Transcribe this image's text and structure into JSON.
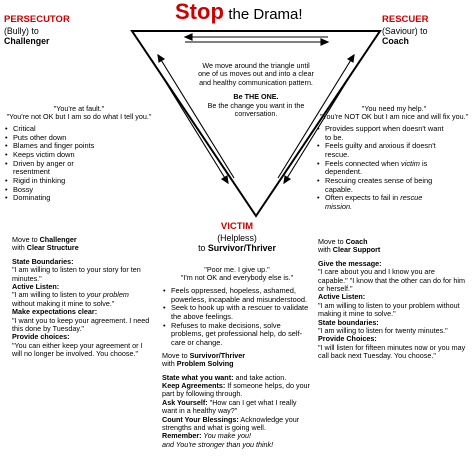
{
  "title": {
    "stop": "Stop",
    "rest": "the Drama!"
  },
  "persecutor": {
    "label": "PERSECUTOR",
    "sub": "(Bully) to",
    "to": "Challenger",
    "quote1": "\"You're at fault.\"",
    "quote2": "\"You're not OK but I am so do what I tell you.\"",
    "traits": [
      "Critical",
      "Puts other down",
      "Blames and finger points",
      "Keeps victim down",
      "Driven by anger or resentment",
      "Rigid in thinking",
      "Bossy",
      "Dominating"
    ]
  },
  "rescuer": {
    "label": "RESCUER",
    "sub": "(Saviour) to",
    "to": "Coach",
    "quote1": "\"You need my help.\"",
    "quote2": "\"You're NOT OK but I am nice and will fix you.\"",
    "traits": [
      {
        "text": "Provides support when doesn't want to be."
      },
      {
        "text": "Feels guilty and anxious if doesn't rescue."
      },
      {
        "pre": "Feels connected when ",
        "em": "victim",
        "post": " is dependent."
      },
      {
        "text": "Rescuing creates sense of being capable."
      },
      {
        "pre": "Often expects to fail in ",
        "em": "rescue mission.",
        "post": ""
      }
    ]
  },
  "center": {
    "text": "We move around the triangle until one of us moves out and into a clear and healthy communication pattern.",
    "be_one": "Be THE ONE.",
    "be_change": "Be the change you want in the conversation."
  },
  "victim": {
    "label": "VICTIM",
    "sub": "(Helpless)",
    "to_prefix": "to",
    "to": "Survivor/Thriver",
    "quote1": "\"Poor me. I give up.\"",
    "quote2": "\"I'm not OK and everybody else is.\"",
    "traits": [
      "Feels oppressed, hopeless, ashamed, powerless, incapable and misunderstood.",
      "Seek to hook up with a rescuer to validate the above feelings.",
      "Refuses to make decisions, solve problems, get professional help, do self-care or change."
    ],
    "move_to": "Move to",
    "move_role": "Survivor/Thriver",
    "move_with": "with",
    "move_skill": "Problem Solving",
    "state_head": "State what you want:",
    "state_text": " and take action.",
    "keep_head": "Keep Agreements:",
    "keep_text": " If someone helps, do your part by following through.",
    "ask_head": "Ask Yourself:",
    "ask_text": " \"How can I get what I really want in a healthy way?\"",
    "count_head": "Count Your Blessings:",
    "count_text": " Acknowledge your strengths and what is going well.",
    "rem_head": "Remember:",
    "rem_text1": " You make you!",
    "rem_text2": "and You're stronger than you think!"
  },
  "left": {
    "move_to": "Move to",
    "move_role": "Challenger",
    "move_with": "with",
    "move_skill": "Clear Structure",
    "sb_head": "State Boundaries:",
    "sb_text": "\"I am willing to listen to your story for ten minutes.\"",
    "al_head": "Active Listen:",
    "al_pre": "\"I am willing to listen to ",
    "al_em": "your problem",
    "al_post": " without making it mine to solve.\"",
    "me_head": "Make expectations clear:",
    "me_text": "\"I want you to keep your agreement. I need this done by Tuesday.\"",
    "pc_head": "Provide choices:",
    "pc_text": "\"You can either keep your agreement or I will no longer be involved. You choose.\""
  },
  "right": {
    "move_to": "Move to",
    "move_role": "Coach",
    "move_with": "with",
    "move_skill": "Clear Support",
    "gm_head": "Give the message:",
    "gm_text": "\"I care about you and I know you are capable.\" \"I know that the other can do for him or herself.\"",
    "al_head": "Active Listen:",
    "al_text": "\"I am willing to listen to your problem without making it mine to solve.\"",
    "sb_head": "State boundaries:",
    "sb_text": "\"I am willing to listen for twenty minutes.\"",
    "pc_head": "Provide Choices:",
    "pc_text": "\"I will listen for fifteen minutes now or you may call back next Tuesday. You choose.\""
  }
}
